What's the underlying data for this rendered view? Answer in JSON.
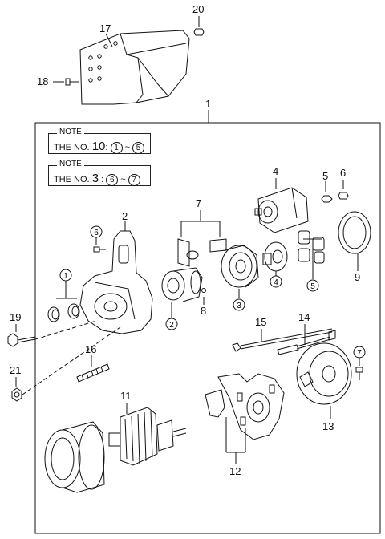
{
  "callouts": [
    {
      "id": "c1",
      "text": "1"
    },
    {
      "id": "c2",
      "text": "2"
    },
    {
      "id": "c4",
      "text": "4"
    },
    {
      "id": "c5",
      "text": "5"
    },
    {
      "id": "c6",
      "text": "6"
    },
    {
      "id": "c7",
      "text": "7"
    },
    {
      "id": "c8",
      "text": "8"
    },
    {
      "id": "c9",
      "text": "9"
    },
    {
      "id": "c11",
      "text": "11"
    },
    {
      "id": "c12",
      "text": "12"
    },
    {
      "id": "c13",
      "text": "13"
    },
    {
      "id": "c14",
      "text": "14"
    },
    {
      "id": "c15",
      "text": "15"
    },
    {
      "id": "c16",
      "text": "16"
    },
    {
      "id": "c17",
      "text": "17"
    },
    {
      "id": "c18",
      "text": "18"
    },
    {
      "id": "c19",
      "text": "19"
    },
    {
      "id": "c20",
      "text": "20"
    },
    {
      "id": "c21",
      "text": "21"
    }
  ],
  "circled": [
    {
      "id": "k1",
      "text": "1"
    },
    {
      "id": "k2",
      "text": "2"
    },
    {
      "id": "k3",
      "text": "3"
    },
    {
      "id": "k4",
      "text": "4"
    },
    {
      "id": "k5",
      "text": "5"
    },
    {
      "id": "k6",
      "text": "6"
    },
    {
      "id": "k7",
      "text": "7"
    }
  ],
  "notes": [
    {
      "title": "NOTE",
      "prefix": "THE NO.",
      "number": "10",
      "sep": ":",
      "from": "1",
      "tilde": "~",
      "to": "5"
    },
    {
      "title": "NOTE",
      "prefix": "THE NO.",
      "number": "3",
      "sep": ":",
      "from": "6",
      "tilde": "~",
      "to": "7"
    }
  ]
}
